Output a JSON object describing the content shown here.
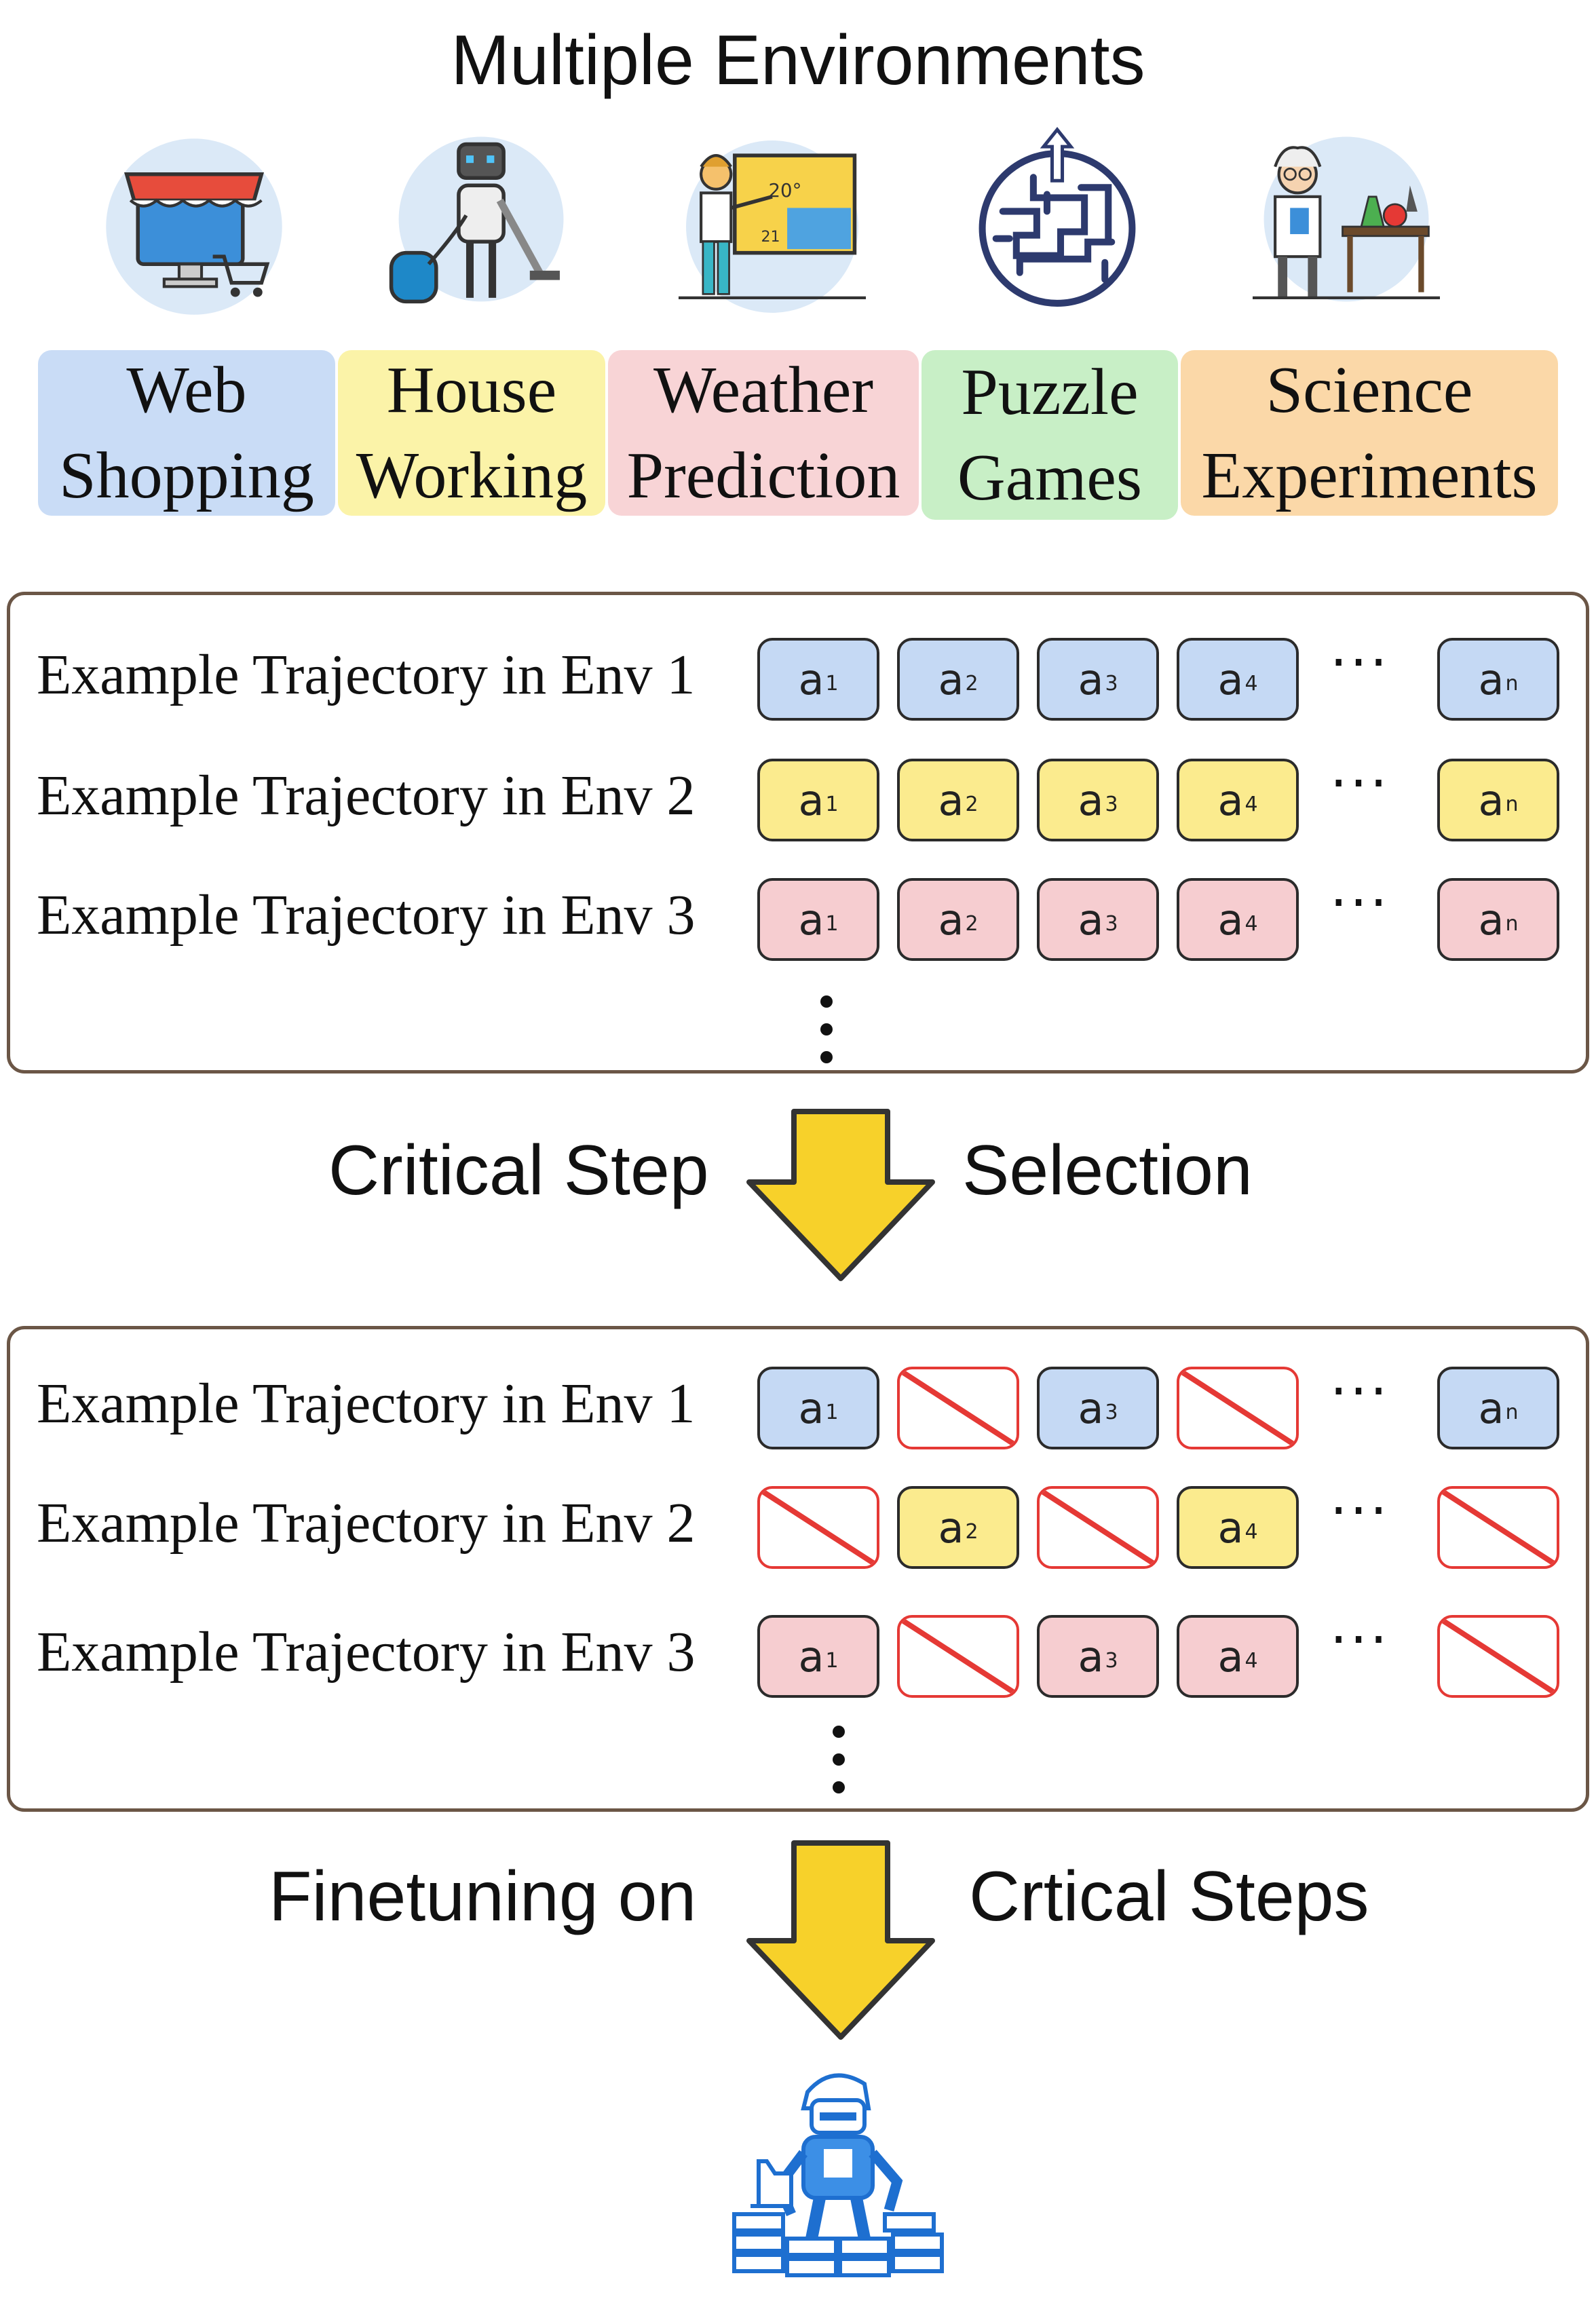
{
  "title": "Multiple Environments",
  "environments": [
    {
      "label": "Web\nShopping",
      "color": "#c9dcf6",
      "icon": "web-shopping-icon"
    },
    {
      "label": "House\nWorking",
      "color": "#fbf3a8",
      "icon": "house-robot-icon"
    },
    {
      "label": "Weather\nPrediction",
      "color": "#f8d4d6",
      "icon": "weather-presenter-icon"
    },
    {
      "label": "Puzzle\nGames",
      "color": "#c8efc6",
      "icon": "maze-icon"
    },
    {
      "label": "Science\nExperiments",
      "color": "#fbd8a8",
      "icon": "scientist-icon"
    }
  ],
  "panel1": {
    "rows": [
      {
        "label": "Example Trajectory in Env 1",
        "color": "#c5d9f4",
        "steps": [
          "1",
          "2",
          "3",
          "4",
          "n"
        ]
      },
      {
        "label": "Example Trajectory in Env 2",
        "color": "#fbeb8e",
        "steps": [
          "1",
          "2",
          "3",
          "4",
          "n"
        ]
      },
      {
        "label": "Example Trajectory in Env 3",
        "color": "#f6cdd0",
        "steps": [
          "1",
          "2",
          "3",
          "4",
          "n"
        ]
      }
    ]
  },
  "arrow1": {
    "left": "Critical Step",
    "right": "Selection"
  },
  "panel2": {
    "rows": [
      {
        "label": "Example Trajectory in Env 1",
        "color": "#c5d9f4",
        "steps": [
          "1",
          null,
          "3",
          null,
          "n"
        ]
      },
      {
        "label": "Example Trajectory in Env 2",
        "color": "#fbeb8e",
        "steps": [
          null,
          "2",
          null,
          "4",
          null
        ]
      },
      {
        "label": "Example Trajectory in Env 3",
        "color": "#f6cdd0",
        "steps": [
          "1",
          null,
          "3",
          "4",
          null
        ]
      }
    ]
  },
  "arrow2": {
    "left": "Finetuning on",
    "right": "Crtical Steps"
  },
  "step_letter": "a",
  "ellipsis": "···",
  "colors": {
    "arrow": "#f7d12a",
    "arrow_stroke": "#333333",
    "cross": "#e53935",
    "panel_border": "#6b5646"
  }
}
